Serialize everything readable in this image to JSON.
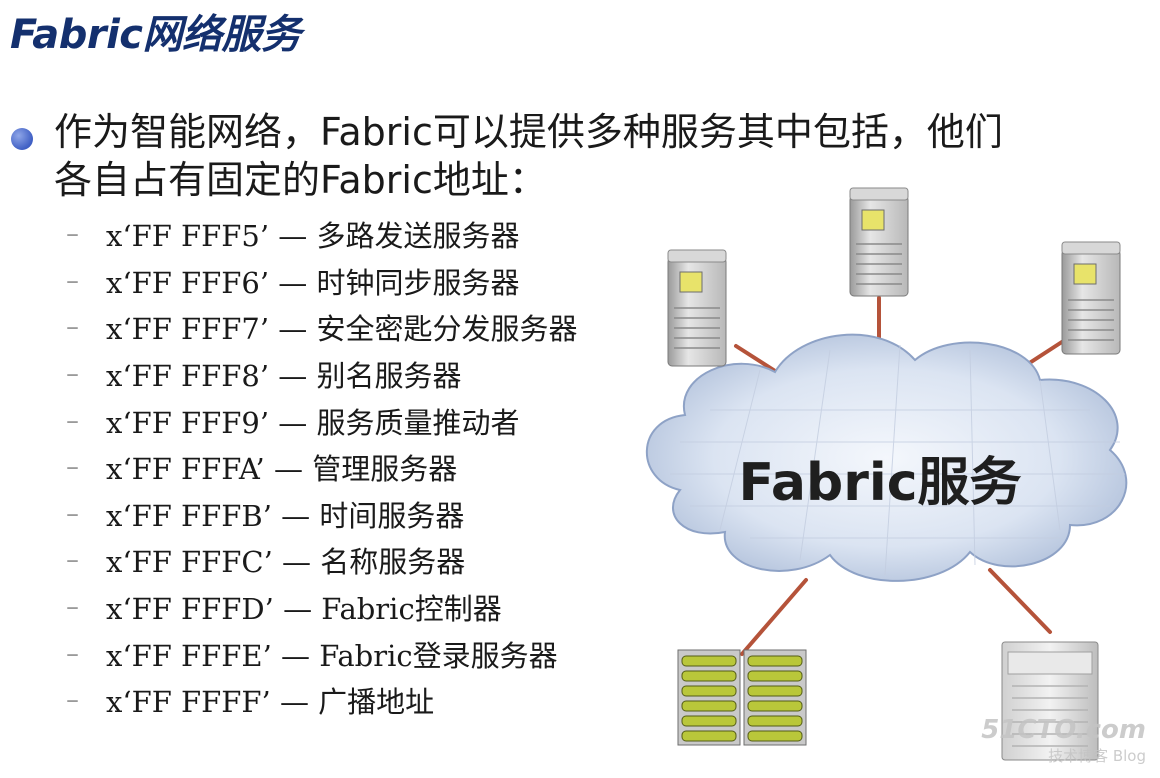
{
  "slide": {
    "title": "Fabric网络服务",
    "bullet_line1": "作为智能网络，Fabric可以提供多种服务其中包括，他们",
    "bullet_line2": "各自占有固定的Fabric地址：",
    "services": [
      {
        "dash": "–",
        "code": "x‘FF FFF5’ — 多路发送服务器"
      },
      {
        "dash": "–",
        "code": "x‘FF FFF6’ — 时钟同步服务器"
      },
      {
        "dash": "–",
        "code": "x‘FF FFF7’ — 安全密匙分发服务器"
      },
      {
        "dash": "–",
        "code": "x‘FF FFF8’ — 别名服务器"
      },
      {
        "dash": "–",
        "code": "x‘FF FFF9’ — 服务质量推动者"
      },
      {
        "dash": "–",
        "code": "x‘FF FFFA’ — 管理服务器"
      },
      {
        "dash": "–",
        "code": "x‘FF FFFB’ — 时间服务器"
      },
      {
        "dash": "–",
        "code": "x‘FF FFFC’ — 名称服务器"
      },
      {
        "dash": "–",
        "code": "x‘FF FFFD’ — Fabric控制器"
      },
      {
        "dash": "–",
        "code": "x‘FF FFFE’ — Fabric登录服务器"
      },
      {
        "dash": "–",
        "code": "x‘FF FFFF’ — 广播地址"
      }
    ]
  },
  "diagram": {
    "cloud_label": "Fabric服务",
    "link_color": "#b5533a",
    "icons": [
      "server-tower-icon",
      "server-tower-icon",
      "server-tower-icon",
      "disk-array-icon",
      "storage-cabinet-icon"
    ]
  },
  "watermark": {
    "main": "51CTO.com",
    "sub": "技术博客 Blog"
  },
  "colors": {
    "title": "#14306e",
    "bullet": "#4a66c9",
    "cloud": "#c9d6ea"
  }
}
